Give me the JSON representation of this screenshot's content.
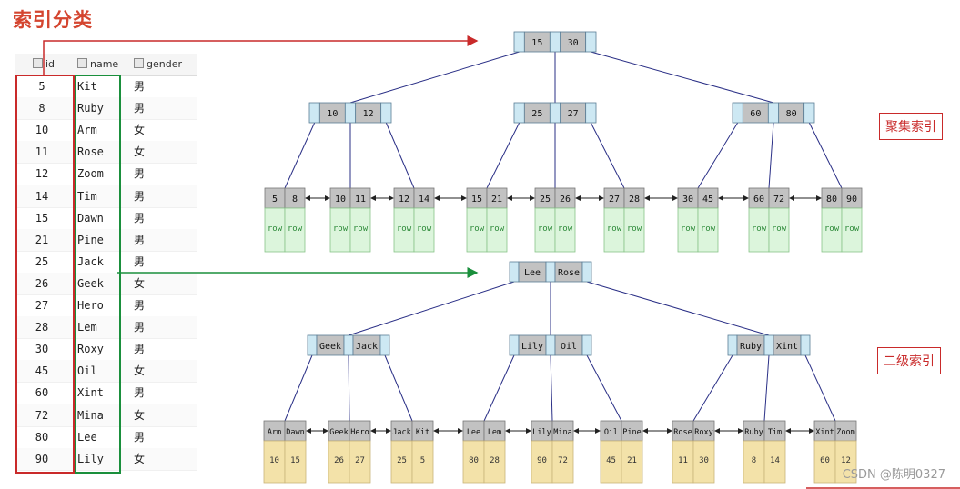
{
  "page": {
    "title": "索引分类"
  },
  "table": {
    "headers": [
      "id",
      "name",
      "gender"
    ],
    "rows": [
      [
        "5",
        "Kit",
        "男"
      ],
      [
        "8",
        "Ruby",
        "男"
      ],
      [
        "10",
        "Arm",
        "女"
      ],
      [
        "11",
        "Rose",
        "女"
      ],
      [
        "12",
        "Zoom",
        "男"
      ],
      [
        "14",
        "Tim",
        "男"
      ],
      [
        "15",
        "Dawn",
        "男"
      ],
      [
        "21",
        "Pine",
        "男"
      ],
      [
        "25",
        "Jack",
        "男"
      ],
      [
        "26",
        "Geek",
        "女"
      ],
      [
        "27",
        "Hero",
        "男"
      ],
      [
        "28",
        "Lem",
        "男"
      ],
      [
        "30",
        "Roxy",
        "男"
      ],
      [
        "45",
        "Oil",
        "女"
      ],
      [
        "60",
        "Xint",
        "男"
      ],
      [
        "72",
        "Mina",
        "女"
      ],
      [
        "80",
        "Lee",
        "男"
      ],
      [
        "90",
        "Lily",
        "女"
      ]
    ]
  },
  "clustered": {
    "label": "聚集索引",
    "root": [
      "15",
      "30"
    ],
    "internal": [
      [
        "10",
        "12"
      ],
      [
        "25",
        "27"
      ],
      [
        "60",
        "80"
      ]
    ],
    "leaves": [
      [
        "5",
        "8"
      ],
      [
        "10",
        "11"
      ],
      [
        "12",
        "14"
      ],
      [
        "15",
        "21"
      ],
      [
        "25",
        "26"
      ],
      [
        "27",
        "28"
      ],
      [
        "30",
        "45"
      ],
      [
        "60",
        "72"
      ],
      [
        "80",
        "90"
      ]
    ],
    "row_text": "row"
  },
  "secondary": {
    "label": "二级索引",
    "root": [
      "Lee",
      "Rose"
    ],
    "internal": [
      [
        "Geek",
        "Jack"
      ],
      [
        "Lily",
        "Oil"
      ],
      [
        "Ruby",
        "Xint"
      ]
    ],
    "leaves": [
      {
        "keys": [
          "Arm",
          "Dawn"
        ],
        "ids": [
          "10",
          "15"
        ]
      },
      {
        "keys": [
          "Geek",
          "Hero"
        ],
        "ids": [
          "26",
          "27"
        ]
      },
      {
        "keys": [
          "Jack",
          "Kit"
        ],
        "ids": [
          "25",
          "5"
        ]
      },
      {
        "keys": [
          "Lee",
          "Lem"
        ],
        "ids": [
          "80",
          "28"
        ]
      },
      {
        "keys": [
          "Lily",
          "Mina"
        ],
        "ids": [
          "90",
          "72"
        ]
      },
      {
        "keys": [
          "Oil",
          "Pine"
        ],
        "ids": [
          "45",
          "21"
        ]
      },
      {
        "keys": [
          "Rose",
          "Roxy"
        ],
        "ids": [
          "11",
          "30"
        ]
      },
      {
        "keys": [
          "Ruby",
          "Tim"
        ],
        "ids": [
          "8",
          "14"
        ]
      },
      {
        "keys": [
          "Xint",
          "Zoom"
        ],
        "ids": [
          "60",
          "12"
        ]
      }
    ]
  },
  "watermark": "CSDN @陈明0327",
  "colors": {
    "title": "#d4452f",
    "pointer_red": "#c92a2a",
    "pointer_green": "#1a8f3c",
    "node_blue": "#cde8f3",
    "key_grey": "#c2c2c2",
    "row_green": "#dcf5dc",
    "leaf_yellow": "#f3e2a9",
    "line": "#2a2f86"
  }
}
